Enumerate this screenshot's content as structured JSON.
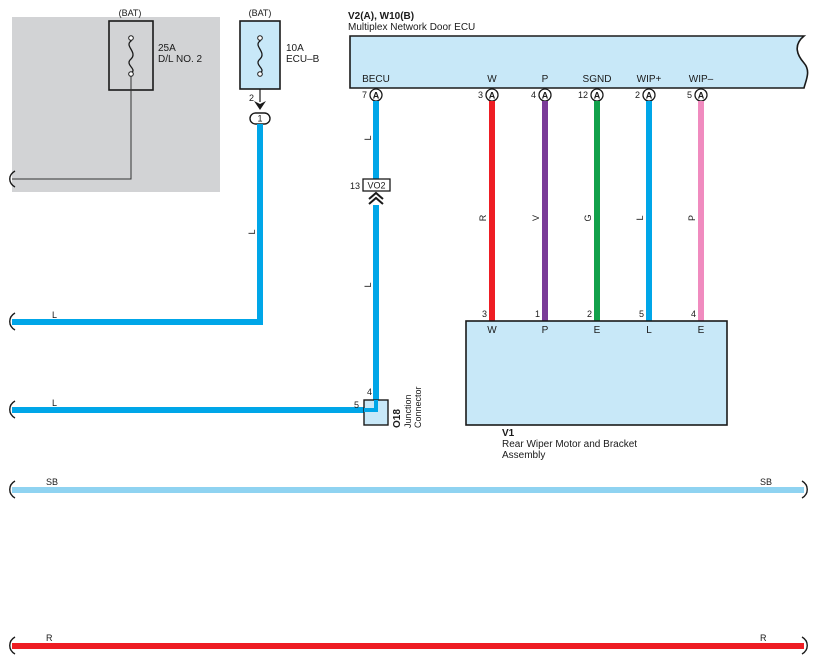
{
  "fuses": {
    "dl2": {
      "source": "(BAT)",
      "rating": "25A",
      "name": "D/L NO. 2"
    },
    "ecub": {
      "source": "(BAT)",
      "rating": "10A",
      "name": "ECU–B",
      "pin_out": "2",
      "junction": "1"
    }
  },
  "ecu": {
    "id": "V2(A), W10(B)",
    "name": "Multiplex Network Door ECU",
    "connector": "A",
    "pins": [
      {
        "label": "BECU",
        "num": "7"
      },
      {
        "label": "W",
        "num": "3"
      },
      {
        "label": "P",
        "num": "4"
      },
      {
        "label": "SGND",
        "num": "12"
      },
      {
        "label": "WIP+",
        "num": "2"
      },
      {
        "label": "WIP–",
        "num": "5"
      }
    ]
  },
  "wires": {
    "becu_upper": "L",
    "becu_lower": "L",
    "fuse_drop": "L",
    "left_upper": "L",
    "left_lower": "L",
    "w": "R",
    "p": "V",
    "sgnd": "G",
    "wip_plus": "L",
    "wip_minus": "P"
  },
  "colors": {
    "blue": "#00a6e8",
    "red": "#ee1d23",
    "violet": "#7a3b98",
    "green": "#12a14b",
    "pink": "#f08bbf",
    "sky": "#8fd3f1",
    "component": "#c8e8f8",
    "shade": "#d2d3d5"
  },
  "vo2": {
    "num": "13",
    "name": "VO2"
  },
  "o18": {
    "id": "O18",
    "name": "Junction",
    "name2": "Connector",
    "pin_top": "4",
    "pin_left": "5"
  },
  "motor": {
    "id": "V1",
    "name": "Rear Wiper Motor and Bracket",
    "name2": "Assembly",
    "pins": [
      {
        "num": "3",
        "label": "W"
      },
      {
        "num": "1",
        "label": "P"
      },
      {
        "num": "2",
        "label": "E"
      },
      {
        "num": "5",
        "label": "L"
      },
      {
        "num": "4",
        "label": "E"
      }
    ]
  },
  "buses": {
    "sb": {
      "left": "SB",
      "right": "SB"
    },
    "r": {
      "left": "R",
      "right": "R"
    }
  }
}
